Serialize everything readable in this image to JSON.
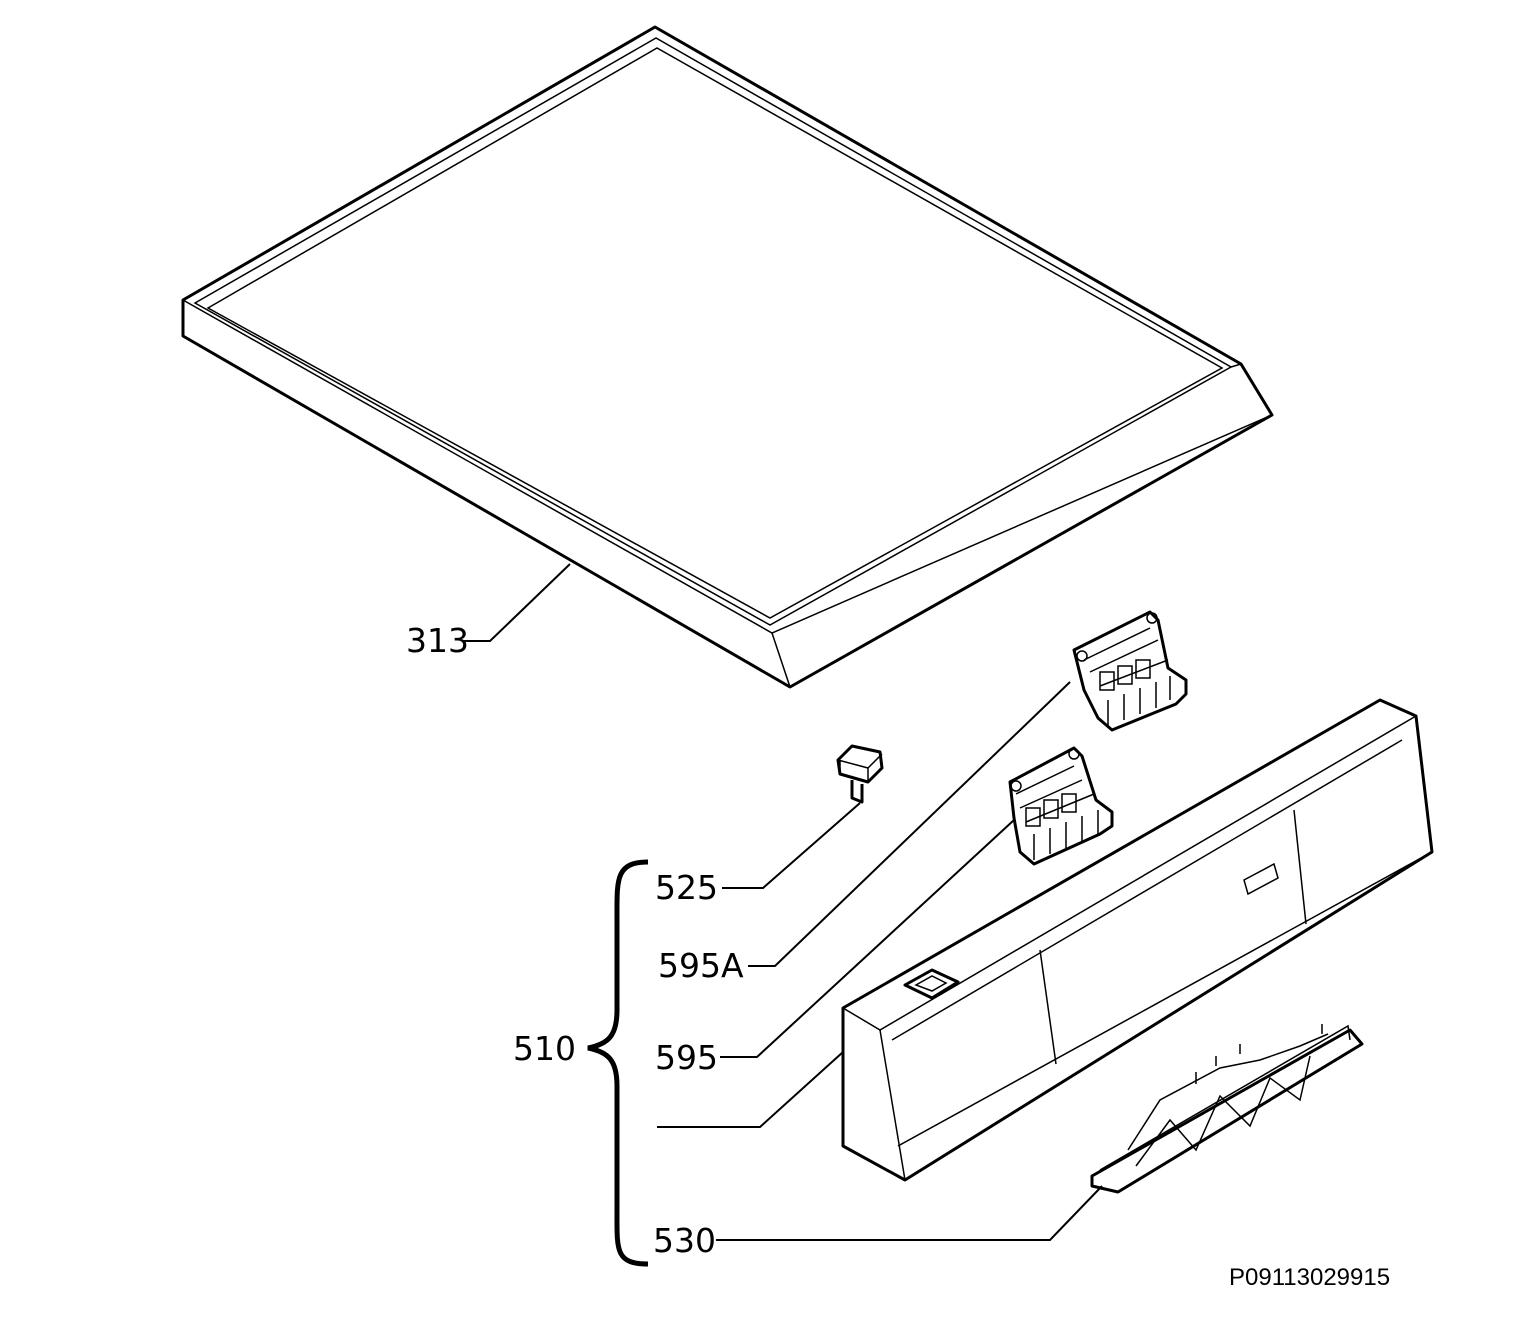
{
  "labels": {
    "p313": "313",
    "p525": "525",
    "p595a": "595A",
    "p595": "595",
    "p510": "510",
    "p530": "530"
  },
  "drawing_code": "P09113029915"
}
